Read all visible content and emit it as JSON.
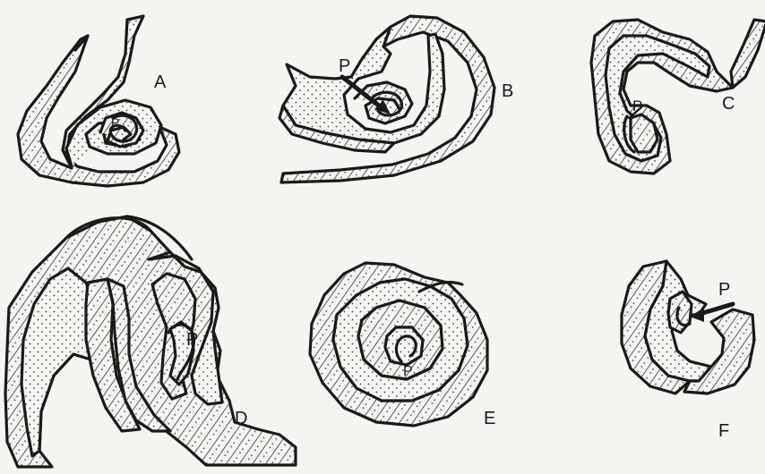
{
  "panels": [
    {
      "id": "A",
      "label": "A",
      "pin_label": "P"
    },
    {
      "id": "B",
      "label": "B",
      "pin_label": "P"
    },
    {
      "id": "C",
      "label": "C",
      "pin_label": "P"
    },
    {
      "id": "D",
      "label": "D",
      "pin_label": "P"
    },
    {
      "id": "E",
      "label": "E",
      "pin_label": "P"
    },
    {
      "id": "F",
      "label": "F",
      "pin_label": "P"
    }
  ]
}
